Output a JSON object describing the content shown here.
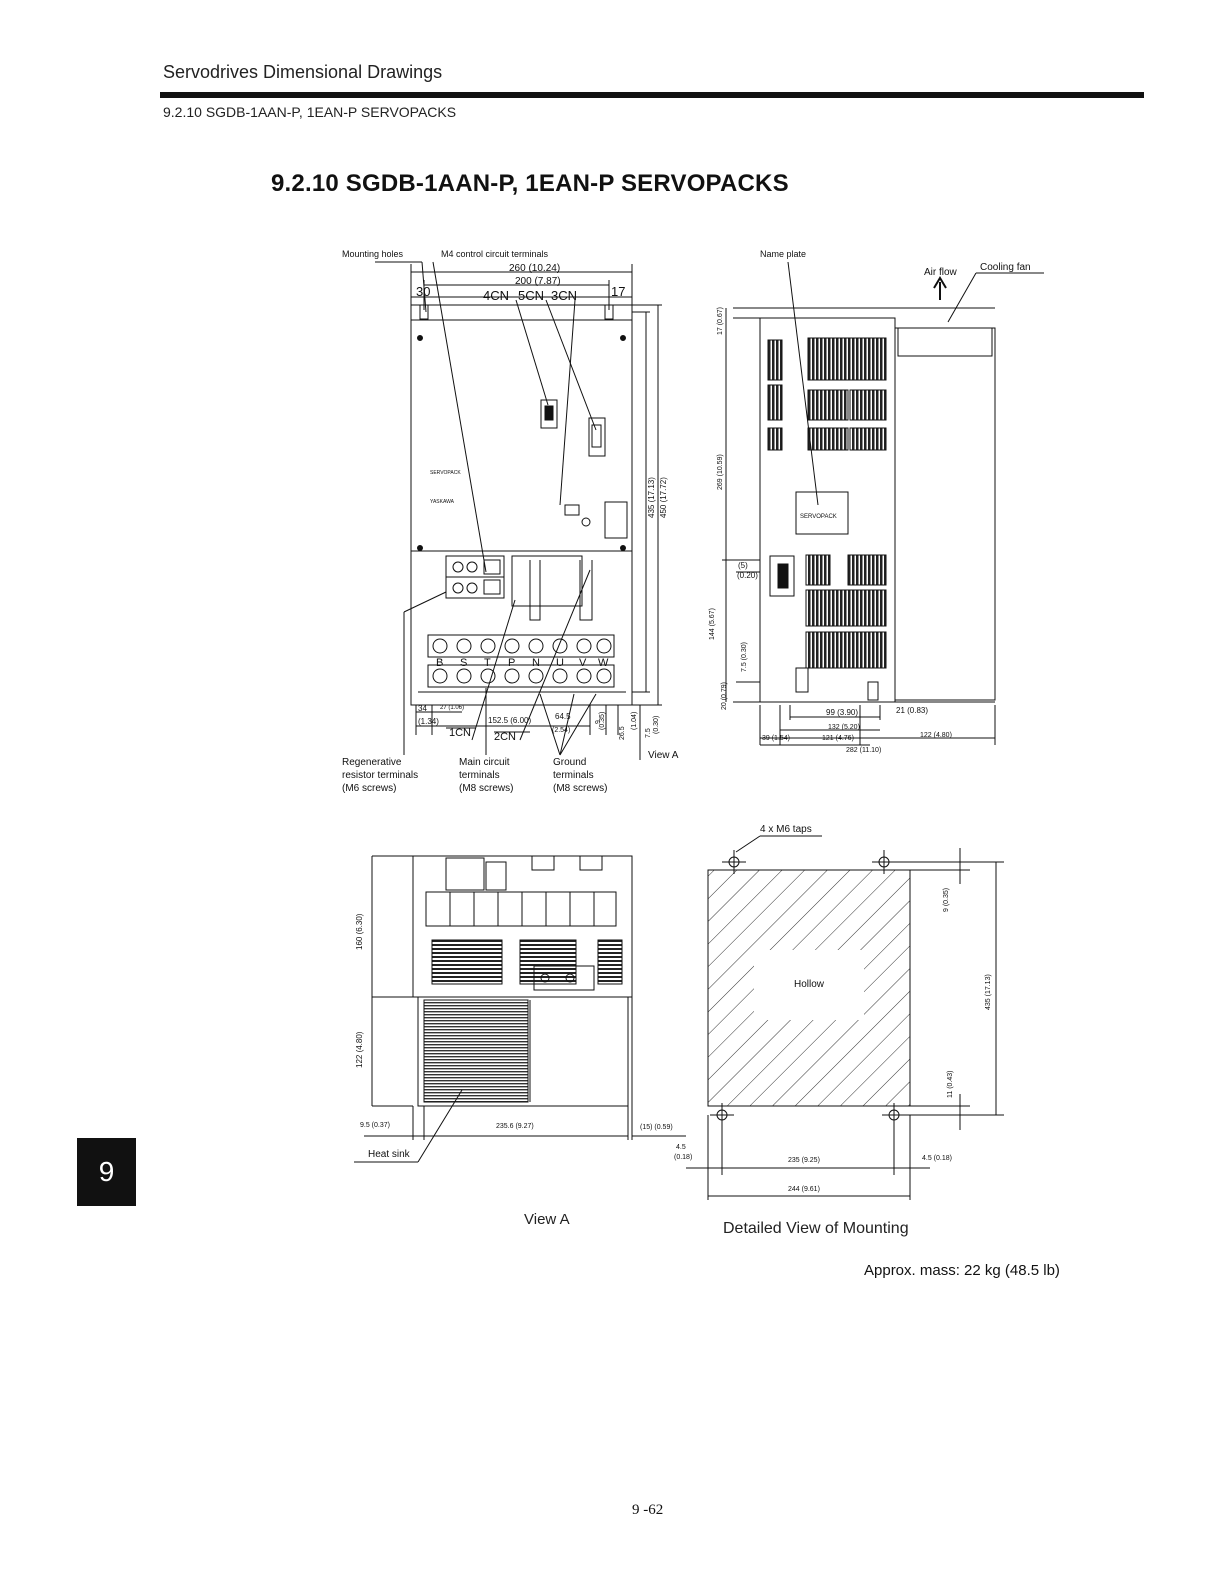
{
  "header": {
    "section_title": "Servodrives Dimensional Drawings",
    "subsection": "9.2.10  SGDB-1AAN-P, 1EAN-P SERVOPACKS"
  },
  "title": "9.2.10  SGDB-1AAN-P, 1EAN-P SERVOPACKS",
  "chapter_tab": "9",
  "front_view": {
    "labels": {
      "mounting_holes": "Mounting holes",
      "m4_terminals": "M4 control circuit terminals",
      "regen": [
        "Regenerative",
        "resistor terminals",
        "(M6 screws)"
      ],
      "main_circuit": [
        "Main circuit",
        "terminals",
        "(M8 screws)"
      ],
      "ground": [
        "Ground",
        "terminals",
        "(M8 screws)"
      ],
      "view_a": "View A",
      "plate_text": [
        "SERVOPACK",
        "YASKAWA"
      ]
    },
    "connectors": [
      "4CN",
      "5CN",
      "3CN",
      "1CN",
      "2CN"
    ],
    "terminal_letters": [
      "B",
      "S",
      "T",
      "P",
      "N",
      "U",
      "V",
      "W"
    ],
    "dims": {
      "w260": "260 (10.24)",
      "w200": "200 (7.87)",
      "d30": "30",
      "d17": "17",
      "h435": "435 (17.13)",
      "h450": "450 (17.72)",
      "d34": "34",
      "d134": "(1.34)",
      "d27": "27 (1.06)",
      "d152": "152.5 (6.00)",
      "d64": "64.5",
      "d254": "(2.54)",
      "d9": "9",
      "d035": "(0.35)",
      "d265": "26.5",
      "d104": "(1.04)",
      "d75": "7.5",
      "d030": "(0.30)"
    }
  },
  "side_view": {
    "labels": {
      "name_plate": "Name plate",
      "air_flow": "Air flow",
      "cooling_fan": "Cooling fan",
      "servopack": "SERVOPACK"
    },
    "dims": {
      "d17v": "17 (0.67)",
      "d269": "269 (10.59)",
      "d5": "(5)",
      "d020": "(0.20)",
      "d144": "144 (5.67)",
      "d75": "7.5 (0.30)",
      "d20": "20 (0.79)",
      "d99": "99 (3.90)",
      "d21": "21 (0.83)",
      "d132": "132 (5.20)",
      "d39": "39 (1.54)",
      "d121": "121 (4.76)",
      "d122": "122 (4.80)",
      "d282": "282 (11.10)"
    }
  },
  "view_a": {
    "caption": "View A",
    "labels": {
      "heat_sink": "Heat sink"
    },
    "dims": {
      "d160": "160 (6.30)",
      "d122": "122 (4.80)",
      "d95": "9.5 (0.37)",
      "d235_6": "235.6 (9.27)",
      "d15": "(15) (0.59)"
    }
  },
  "mounting_view": {
    "caption": "Detailed View of Mounting",
    "labels": {
      "taps": "4 x M6 taps",
      "hollow": "Hollow"
    },
    "dims": {
      "d9": "9 (0.35)",
      "d435": "435 (17.13)",
      "d11": "11 (0.43)",
      "d45a": "4.5",
      "d018": "(0.18)",
      "d235": "235 (9.25)",
      "d45b": "4.5 (0.18)",
      "d244": "244 (9.61)"
    }
  },
  "mass": "Approx. mass: 22 kg (48.5 lb)",
  "page_number": "9 -62"
}
